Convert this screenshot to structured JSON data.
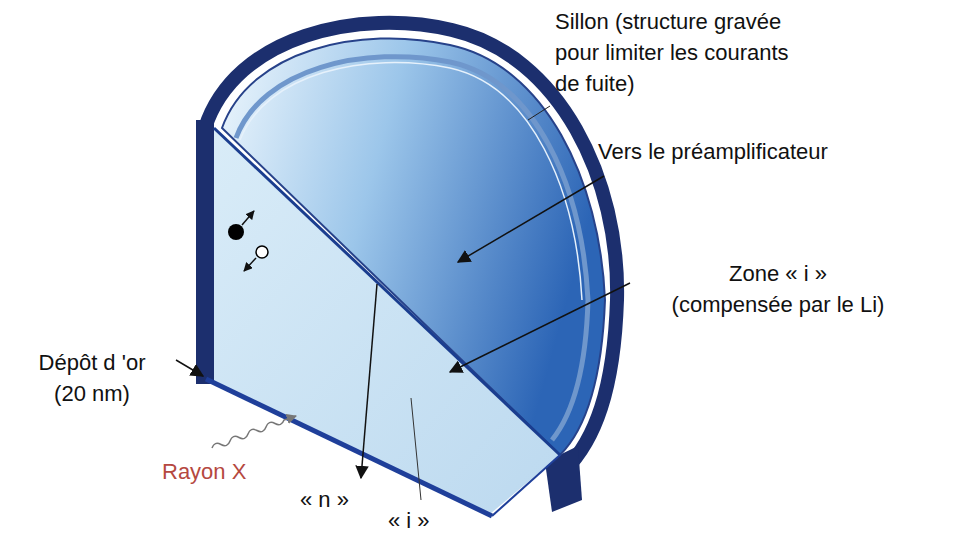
{
  "diagram": {
    "labels": [
      "Sillon (structure gravée pour limiter les courants de fuite)",
      "Vers le préamplificateur",
      "Zone « i » (compensée par le Li)",
      "Dépôt d 'or (20 nm)",
      "Rayon X",
      "« n »",
      "« i »"
    ]
  }
}
